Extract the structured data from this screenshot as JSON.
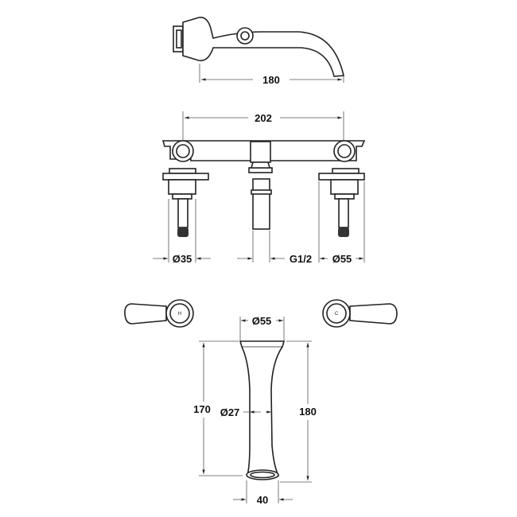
{
  "drawing": {
    "top_view": {
      "spout_projection": "180"
    },
    "front_view": {
      "centres": "202",
      "left_valve_diameter": "Ø35",
      "outlet_thread": "G1/2",
      "right_valve_diameter": "Ø55"
    },
    "handles": {
      "hot_marker": "H",
      "cold_marker": "C"
    },
    "spout_view": {
      "top_diameter": "Ø55",
      "min_height": "170",
      "waist_diameter": "Ø27",
      "max_height": "180",
      "outlet_width": "40"
    },
    "colors": {
      "line": "#222222",
      "dimension": "#555555"
    }
  }
}
